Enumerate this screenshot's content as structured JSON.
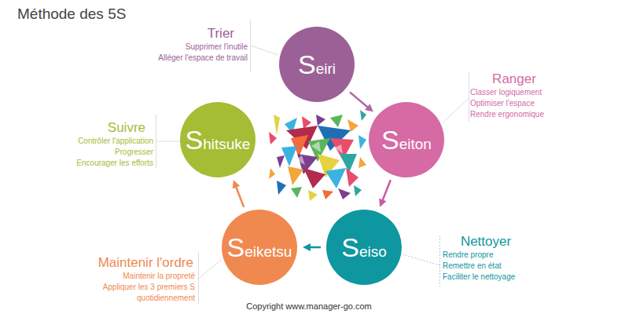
{
  "diagram": {
    "title": "Méthode des 5S",
    "caption": "Copyright www.manager-go.com",
    "nodes": [
      {
        "text": [
          "Seiri",
          "Trier",
          "Supprimer l'inutile",
          "Alléger l'espace de travail"
        ]
      },
      {
        "text": [
          "Seiton",
          "Ranger",
          "Classer logiquement",
          "Optimiser l'espace",
          "Rendre ergonomique"
        ]
      },
      {
        "text": [
          "Seiso",
          "Nettoyer",
          "Rendre propre",
          "Remettre en état",
          "Faciliter le nettoyage"
        ]
      },
      {
        "text": [
          "Seiketsu",
          "Maintenir l'ordre",
          "Maintenir la propreté",
          "Appliquer les 3 premiers S quotidiennement"
        ]
      },
      {
        "text": [
          "Shitsuke",
          "Suivre",
          "Contrôler l'application",
          "Progresser",
          "Encourager les efforts"
        ]
      }
    ],
    "edges": [
      {
        "from": 0,
        "to": 1,
        "arrow": "to"
      },
      {
        "from": 1,
        "to": 2,
        "arrow": "to"
      },
      {
        "from": 2,
        "to": 3,
        "arrow": "to"
      },
      {
        "from": 3,
        "to": 4,
        "arrow": "to"
      }
    ]
  }
}
